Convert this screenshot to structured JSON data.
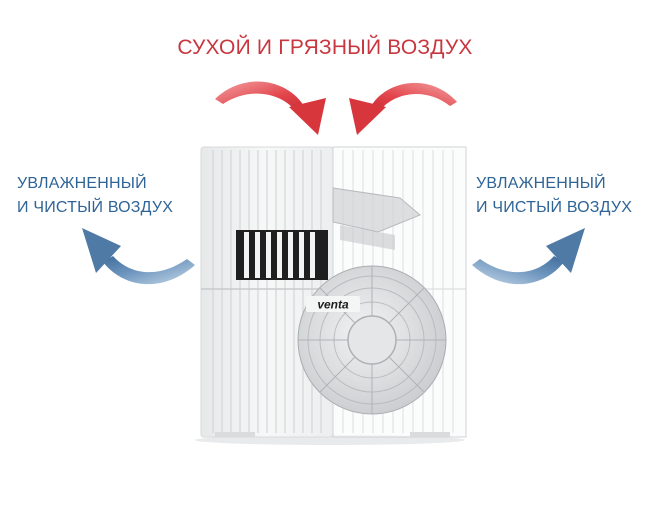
{
  "header": {
    "text": "СУХОЙ И ГРЯЗНЫЙ ВОЗДУХ",
    "color": "#c8373f"
  },
  "left_caption": {
    "line1": "УВЛАЖНЕННЫЙ",
    "line2": "И ЧИСТЫЙ ВОЗДУХ",
    "color": "#2f6496"
  },
  "right_caption": {
    "line1": "УВЛАЖНЕННЫЙ",
    "line2": "И ЧИСТЫЙ ВОЗДУХ",
    "color": "#2f6496"
  },
  "device": {
    "brand": "venta"
  },
  "icons": {
    "intake_left": "curved-arrow-down-right-icon",
    "intake_right": "curved-arrow-down-left-icon",
    "outflow_left": "curved-arrow-up-left-icon",
    "outflow_right": "curved-arrow-up-right-icon"
  }
}
